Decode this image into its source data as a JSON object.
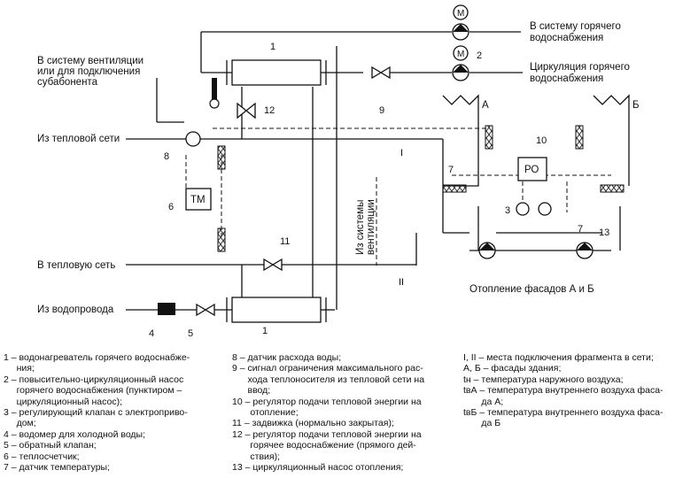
{
  "labels": {
    "hot_water": [
      "В систему горячего",
      "водоснабжения"
    ],
    "circulation": [
      "Циркуляция горячего",
      "водоснабжения"
    ],
    "ventilation": [
      "В систему вентиляции",
      "или для подключения",
      "субабонента"
    ],
    "from_heat_net": "Из тепловой сети",
    "to_heat_net": "В тепловую сеть",
    "from_water": "Из водопровода",
    "vent_vertical": [
      "Из системы",
      "вентиляции"
    ],
    "facade_heating": "Отопление фасадов А и Б",
    "facade_a": "А",
    "facade_b": "Б",
    "tm": "ТМ",
    "ro": "РО",
    "motor": "M",
    "point_1": "I",
    "point_2": "II"
  },
  "numbers": [
    "1",
    "2",
    "1",
    "4",
    "5",
    "6",
    "7",
    "8",
    "9",
    "10",
    "11",
    "12",
    "3",
    "7",
    "13"
  ],
  "legend": {
    "col1": [
      "1 – водонагреватель горячего водоснабже-",
      "     ния;",
      "2 – повысительно-циркуляционный насос",
      "     горячего водоснабжения (пунктиром –",
      "     циркуляционный насос);",
      "3 – регулирующий клапан с электроприво-",
      "     дом;",
      "4 – водомер для холодной воды;",
      "5 – обратный клапан;",
      "6 – теплосчетчик;",
      "7 – датчик температуры;"
    ],
    "col2": [
      "8 – датчик расхода воды;",
      "9 – сигнал ограничения максимального рас-",
      "      хода теплоносителя из тепловой сети на",
      "      ввод;",
      "10 – регулятор подачи тепловой энергии на",
      "       отопление;",
      "11 – задвижка (нормально закрытая);",
      "12 – регулятор подачи тепловой энергии на",
      "       горячее водоснабжение (прямого дей-",
      "       ствия);",
      "13 – циркуляционный насос отопления;"
    ],
    "col3": [
      "I, II – места подключения фрагмента в сети;",
      "А, Б – фасады здания;",
      "tн – температура наружного воздуха;",
      "tвА – температура внутреннего воздуха фаса-",
      "       да А;",
      "tвБ – температура внутреннего воздуха фаса-",
      "       да Б"
    ]
  }
}
